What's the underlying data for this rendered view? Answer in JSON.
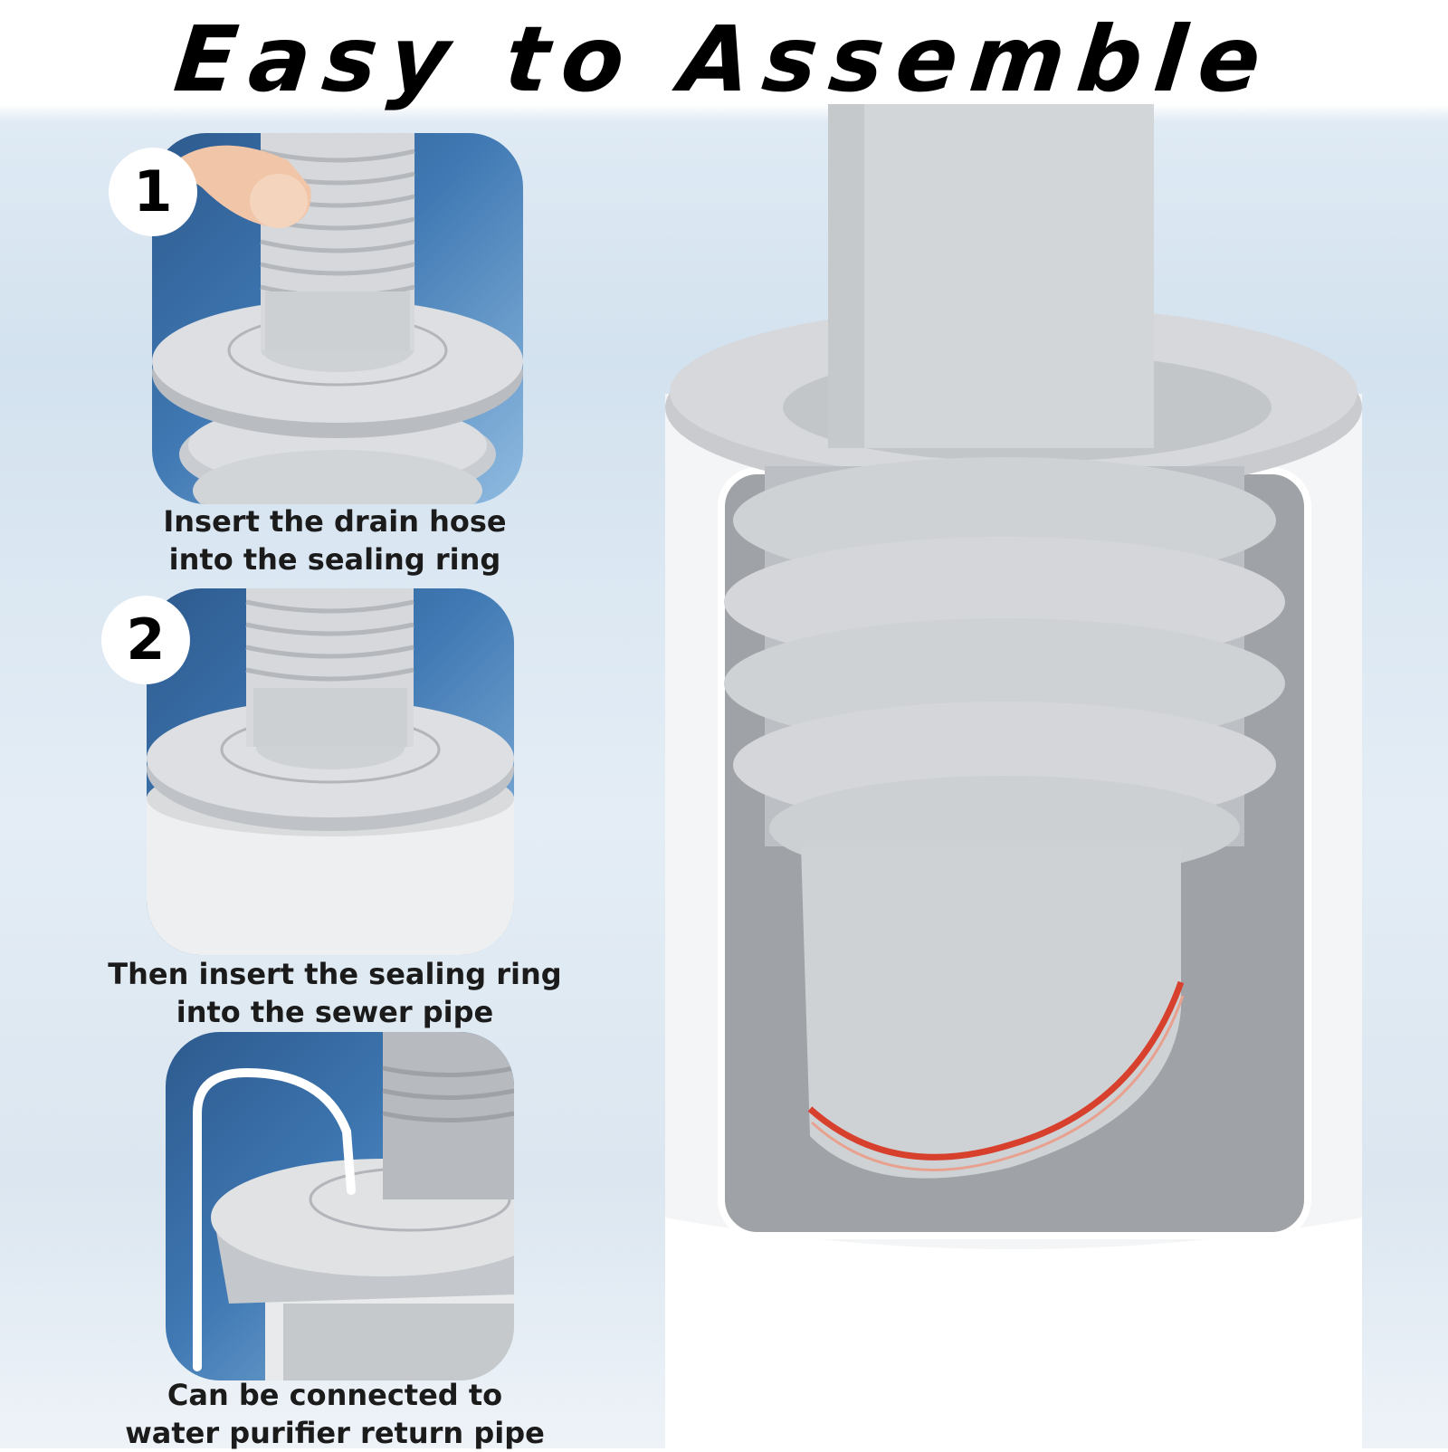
{
  "title": "Easy to Assemble",
  "steps": [
    {
      "badge": "1",
      "caption_line1": "Insert the drain hose",
      "caption_line2": "into the sealing ring"
    },
    {
      "badge": "2",
      "caption_line1": "Then insert the sealing ring",
      "caption_line2": "into the sewer pipe"
    },
    {
      "caption_line1": "Can be connected to",
      "caption_line2": "water purifier return pipe"
    }
  ],
  "colors": {
    "panel_blue": "#3f78b3",
    "seal_gray": "#c9cbce",
    "pipe_white": "#f4f5f6",
    "seal_accent_red": "#d8402e"
  }
}
